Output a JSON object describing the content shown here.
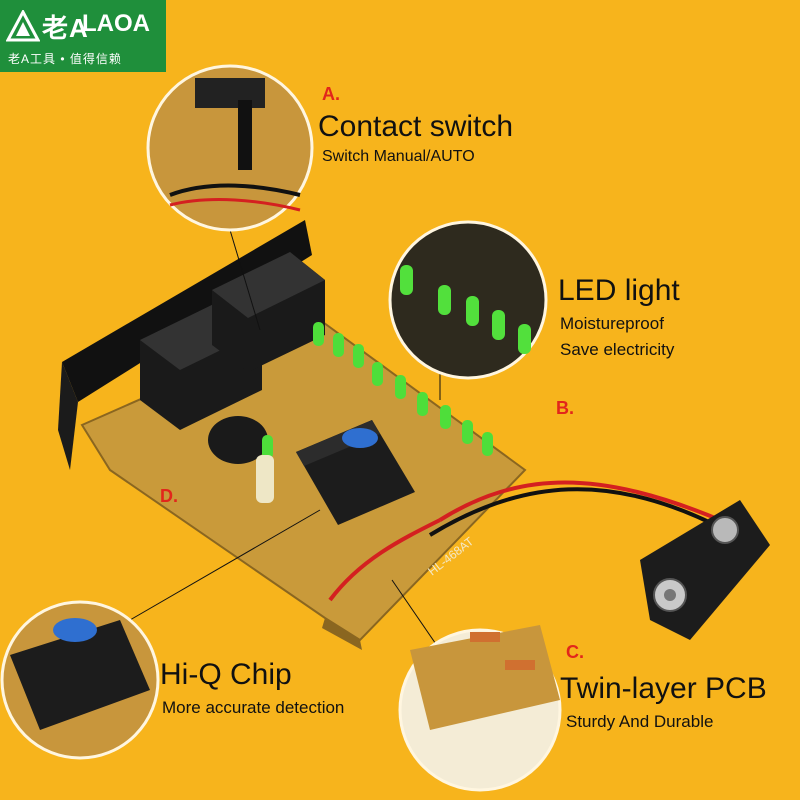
{
  "logo": {
    "brand_cn": "老A",
    "brand_en": "LAOA",
    "slogan": "老A工具 • 值得信赖",
    "icon": "laoa-logo-mark"
  },
  "callouts": {
    "a": {
      "letter": "A.",
      "title": "Contact switch",
      "lines": [
        "Switch Manual/AUTO"
      ]
    },
    "b": {
      "letter": "B.",
      "title": "LED light",
      "lines": [
        "Moistureproof",
        "Save electricity"
      ]
    },
    "c": {
      "letter": "C.",
      "title": "Twin-layer PCB",
      "lines": [
        "Sturdy And Durable"
      ]
    },
    "d": {
      "letter": "D.",
      "title": "Hi-Q Chip",
      "lines": [
        "More accurate detection"
      ]
    }
  },
  "pcb": {
    "model_label": "HL-468AT"
  },
  "colors": {
    "background": "#f7b41c",
    "logo_green": "#1f8f3b",
    "letter_red": "#e2261b",
    "board": "#c99a3a",
    "led_green": "#4ede3a"
  }
}
